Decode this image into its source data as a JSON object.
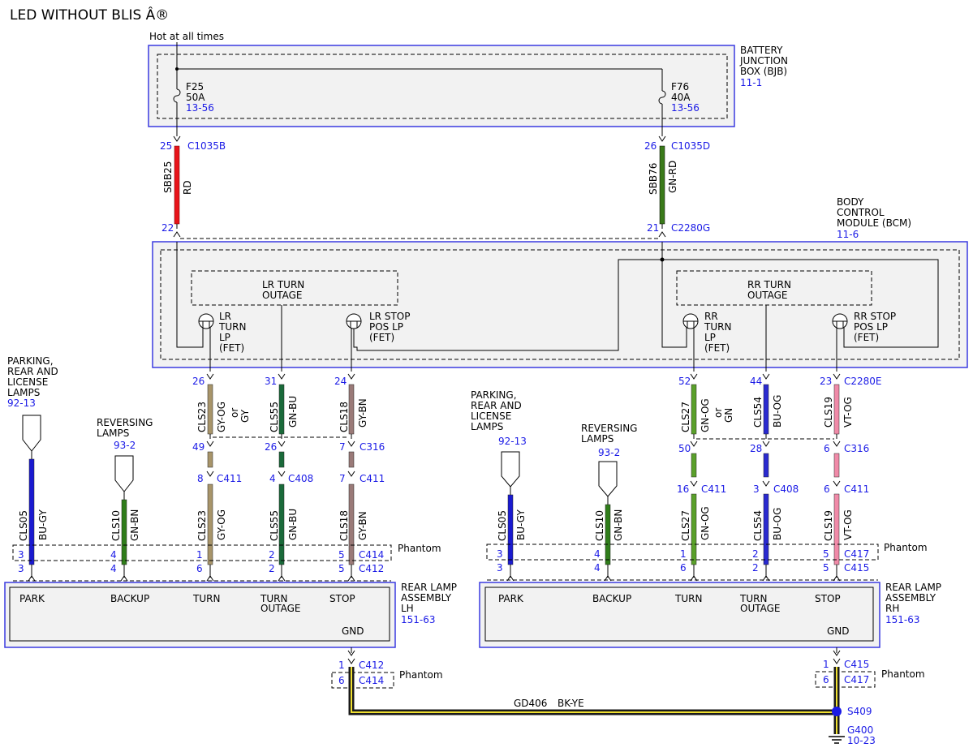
{
  "title": "LED WITHOUT BLIS Â®",
  "power": {
    "label": "Hot at all times"
  },
  "bjb": {
    "name_lines": [
      "BATTERY",
      "JUNCTION",
      "BOX (BJB)"
    ],
    "ref": "11-1",
    "fuse_left": {
      "id": "F25",
      "rating": "50A",
      "ref": "13-56"
    },
    "fuse_right": {
      "id": "F76",
      "rating": "40A",
      "ref": "13-56"
    }
  },
  "feeds": {
    "left": {
      "pin_top": "25",
      "conn_top": "C1035B",
      "circuit": "SBB25",
      "color": "RD",
      "pin_bottom": "22"
    },
    "right": {
      "pin_top": "26",
      "conn_top": "C1035D",
      "circuit": "SBB76",
      "color": "GN-RD",
      "pin_bottom": "21",
      "conn_bottom": "C2280G"
    }
  },
  "bcm": {
    "name_lines": [
      "BODY",
      "CONTROL",
      "MODULE (BCM)"
    ],
    "ref": "11-6",
    "lr_outage_lines": [
      "LR TURN",
      "OUTAGE"
    ],
    "rr_outage_lines": [
      "RR TURN",
      "OUTAGE"
    ],
    "lr_turn_lines": [
      "LR",
      "TURN",
      "LP",
      "(FET)"
    ],
    "lr_stop_lines": [
      "LR STOP",
      "POS LP",
      "(FET)"
    ],
    "rr_turn_lines": [
      "RR",
      "TURN",
      "LP",
      "(FET)"
    ],
    "rr_stop_lines": [
      "RR STOP",
      "POS LP",
      "(FET)"
    ]
  },
  "left_side": {
    "parking_lines": [
      "PARKING,",
      "REAR AND",
      "LICENSE",
      "LAMPS"
    ],
    "parking_ref": "92-13",
    "reversing_lines": [
      "REVERSING",
      "LAMPS"
    ],
    "reversing_ref": "93-2",
    "wires": [
      {
        "circuit": "CLS05",
        "color": "BU-GY"
      },
      {
        "circuit": "CLS10",
        "color": "GN-BN"
      },
      {
        "circuit": "CLS23",
        "color": "GY-OG",
        "alt_lines": [
          "or",
          "GY"
        ],
        "pin_bcm": "26",
        "pin_c316": "49",
        "pin_c411": "8"
      },
      {
        "circuit": "CLS55",
        "color": "GN-BU",
        "pin_bcm": "31",
        "pin_c316": "26",
        "pin_c411": "4"
      },
      {
        "circuit": "CLS18",
        "color": "GY-BN",
        "pin_bcm": "24",
        "pin_c316": "7",
        "pin_c411": "7"
      }
    ],
    "c316_label": "C316",
    "c411_label": "C411",
    "c408_label": "C408",
    "c411b_label": "C411",
    "phantom_pins": [
      "3",
      "4",
      "1",
      "2",
      "5"
    ],
    "lower_pins": [
      "3",
      "4",
      "6",
      "2",
      "5"
    ],
    "conn_phantom": "C414",
    "conn_lower": "C412",
    "phantom_label": "Phantom",
    "assembly": {
      "name_lines": [
        "REAR LAMP",
        "ASSEMBLY",
        "LH"
      ],
      "ref": "151-63",
      "terminals": [
        "PARK",
        "BACKUP",
        "TURN",
        "TURN",
        "STOP"
      ],
      "terminal_outage": "OUTAGE",
      "gnd": "GND"
    },
    "gnd_pins": [
      "1",
      "6"
    ],
    "gnd_conns": [
      "C412",
      "C414"
    ]
  },
  "right_side": {
    "parking_lines": [
      "PARKING,",
      "REAR AND",
      "LICENSE",
      "LAMPS"
    ],
    "parking_ref": "92-13",
    "reversing_lines": [
      "REVERSING",
      "LAMPS"
    ],
    "reversing_ref": "93-2",
    "wires": [
      {
        "circuit": "CLS05",
        "color": "BU-GY"
      },
      {
        "circuit": "CLS10",
        "color": "GN-BN"
      },
      {
        "circuit": "CLS27",
        "color": "GN-OG",
        "alt_lines": [
          "or",
          "GN"
        ],
        "pin_bcm": "52",
        "pin_c316": "50",
        "pin_c411": "16"
      },
      {
        "circuit": "CLS54",
        "color": "BU-OG",
        "pin_bcm": "44",
        "pin_c316": "28",
        "pin_c411": "3"
      },
      {
        "circuit": "CLS19",
        "color": "VT-OG",
        "pin_bcm": "23",
        "pin_c316": "6",
        "pin_c411": "6"
      }
    ],
    "bcm_conn": "C2280E",
    "c316_label": "C316",
    "c411_label": "C411",
    "c408_label": "C408",
    "c411b_label": "C411",
    "phantom_pins": [
      "3",
      "4",
      "1",
      "2",
      "5"
    ],
    "lower_pins": [
      "3",
      "4",
      "6",
      "2",
      "5"
    ],
    "conn_phantom": "C417",
    "conn_lower": "C415",
    "phantom_label": "Phantom",
    "assembly": {
      "name_lines": [
        "REAR LAMP",
        "ASSEMBLY",
        "RH"
      ],
      "ref": "151-63",
      "terminals": [
        "PARK",
        "BACKUP",
        "TURN",
        "TURN",
        "STOP"
      ],
      "terminal_outage": "OUTAGE",
      "gnd": "GND"
    },
    "gnd_pins": [
      "1",
      "6"
    ],
    "gnd_conns": [
      "C415",
      "C417"
    ]
  },
  "ground": {
    "circuit": "GD406",
    "color": "BK-YE",
    "splice": "S409",
    "point": "G400",
    "point_ref": "10-23"
  },
  "wire_colors": {
    "RD": "#e8141a",
    "GN-RD": "#3a7a1a",
    "BU-GY": "#1a1ad0",
    "GN-BN": "#2f7d1a",
    "GY-OG": "#a8956a",
    "GN-BU": "#1a6a3a",
    "GY-BN": "#9a7a78",
    "GN-OG": "#5aa02a",
    "BU-OG": "#2a2ad0",
    "VT-OG": "#f08aa8",
    "BK-YE": "#1a1a1a",
    "stripe_YE": "#f0e030",
    "box_stroke": "#3a3ae0",
    "box_fill": "#f2f2f2",
    "label_blue": "#1a1ae6"
  }
}
